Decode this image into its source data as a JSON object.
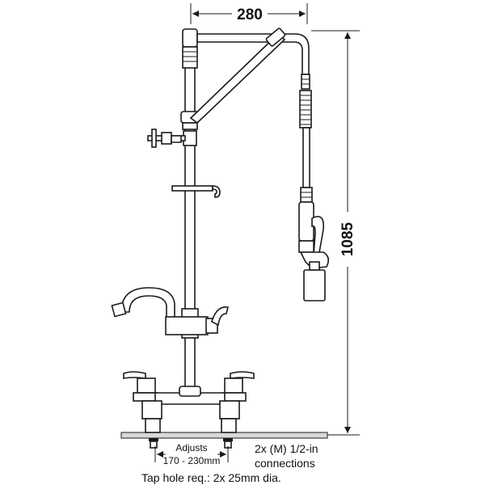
{
  "dimensions": {
    "width_label": "280",
    "height_label": "1085"
  },
  "notes": {
    "adjusts_label": "Adjusts",
    "adjusts_range": "170 - 230mm",
    "connections_line1_prefix": "2x (M) ",
    "connections_line1_fraction": "1/2",
    "connections_line1_suffix": "-in",
    "connections_line2": "connections",
    "tap_hole": "Tap hole req.: 2x 25mm dia."
  }
}
